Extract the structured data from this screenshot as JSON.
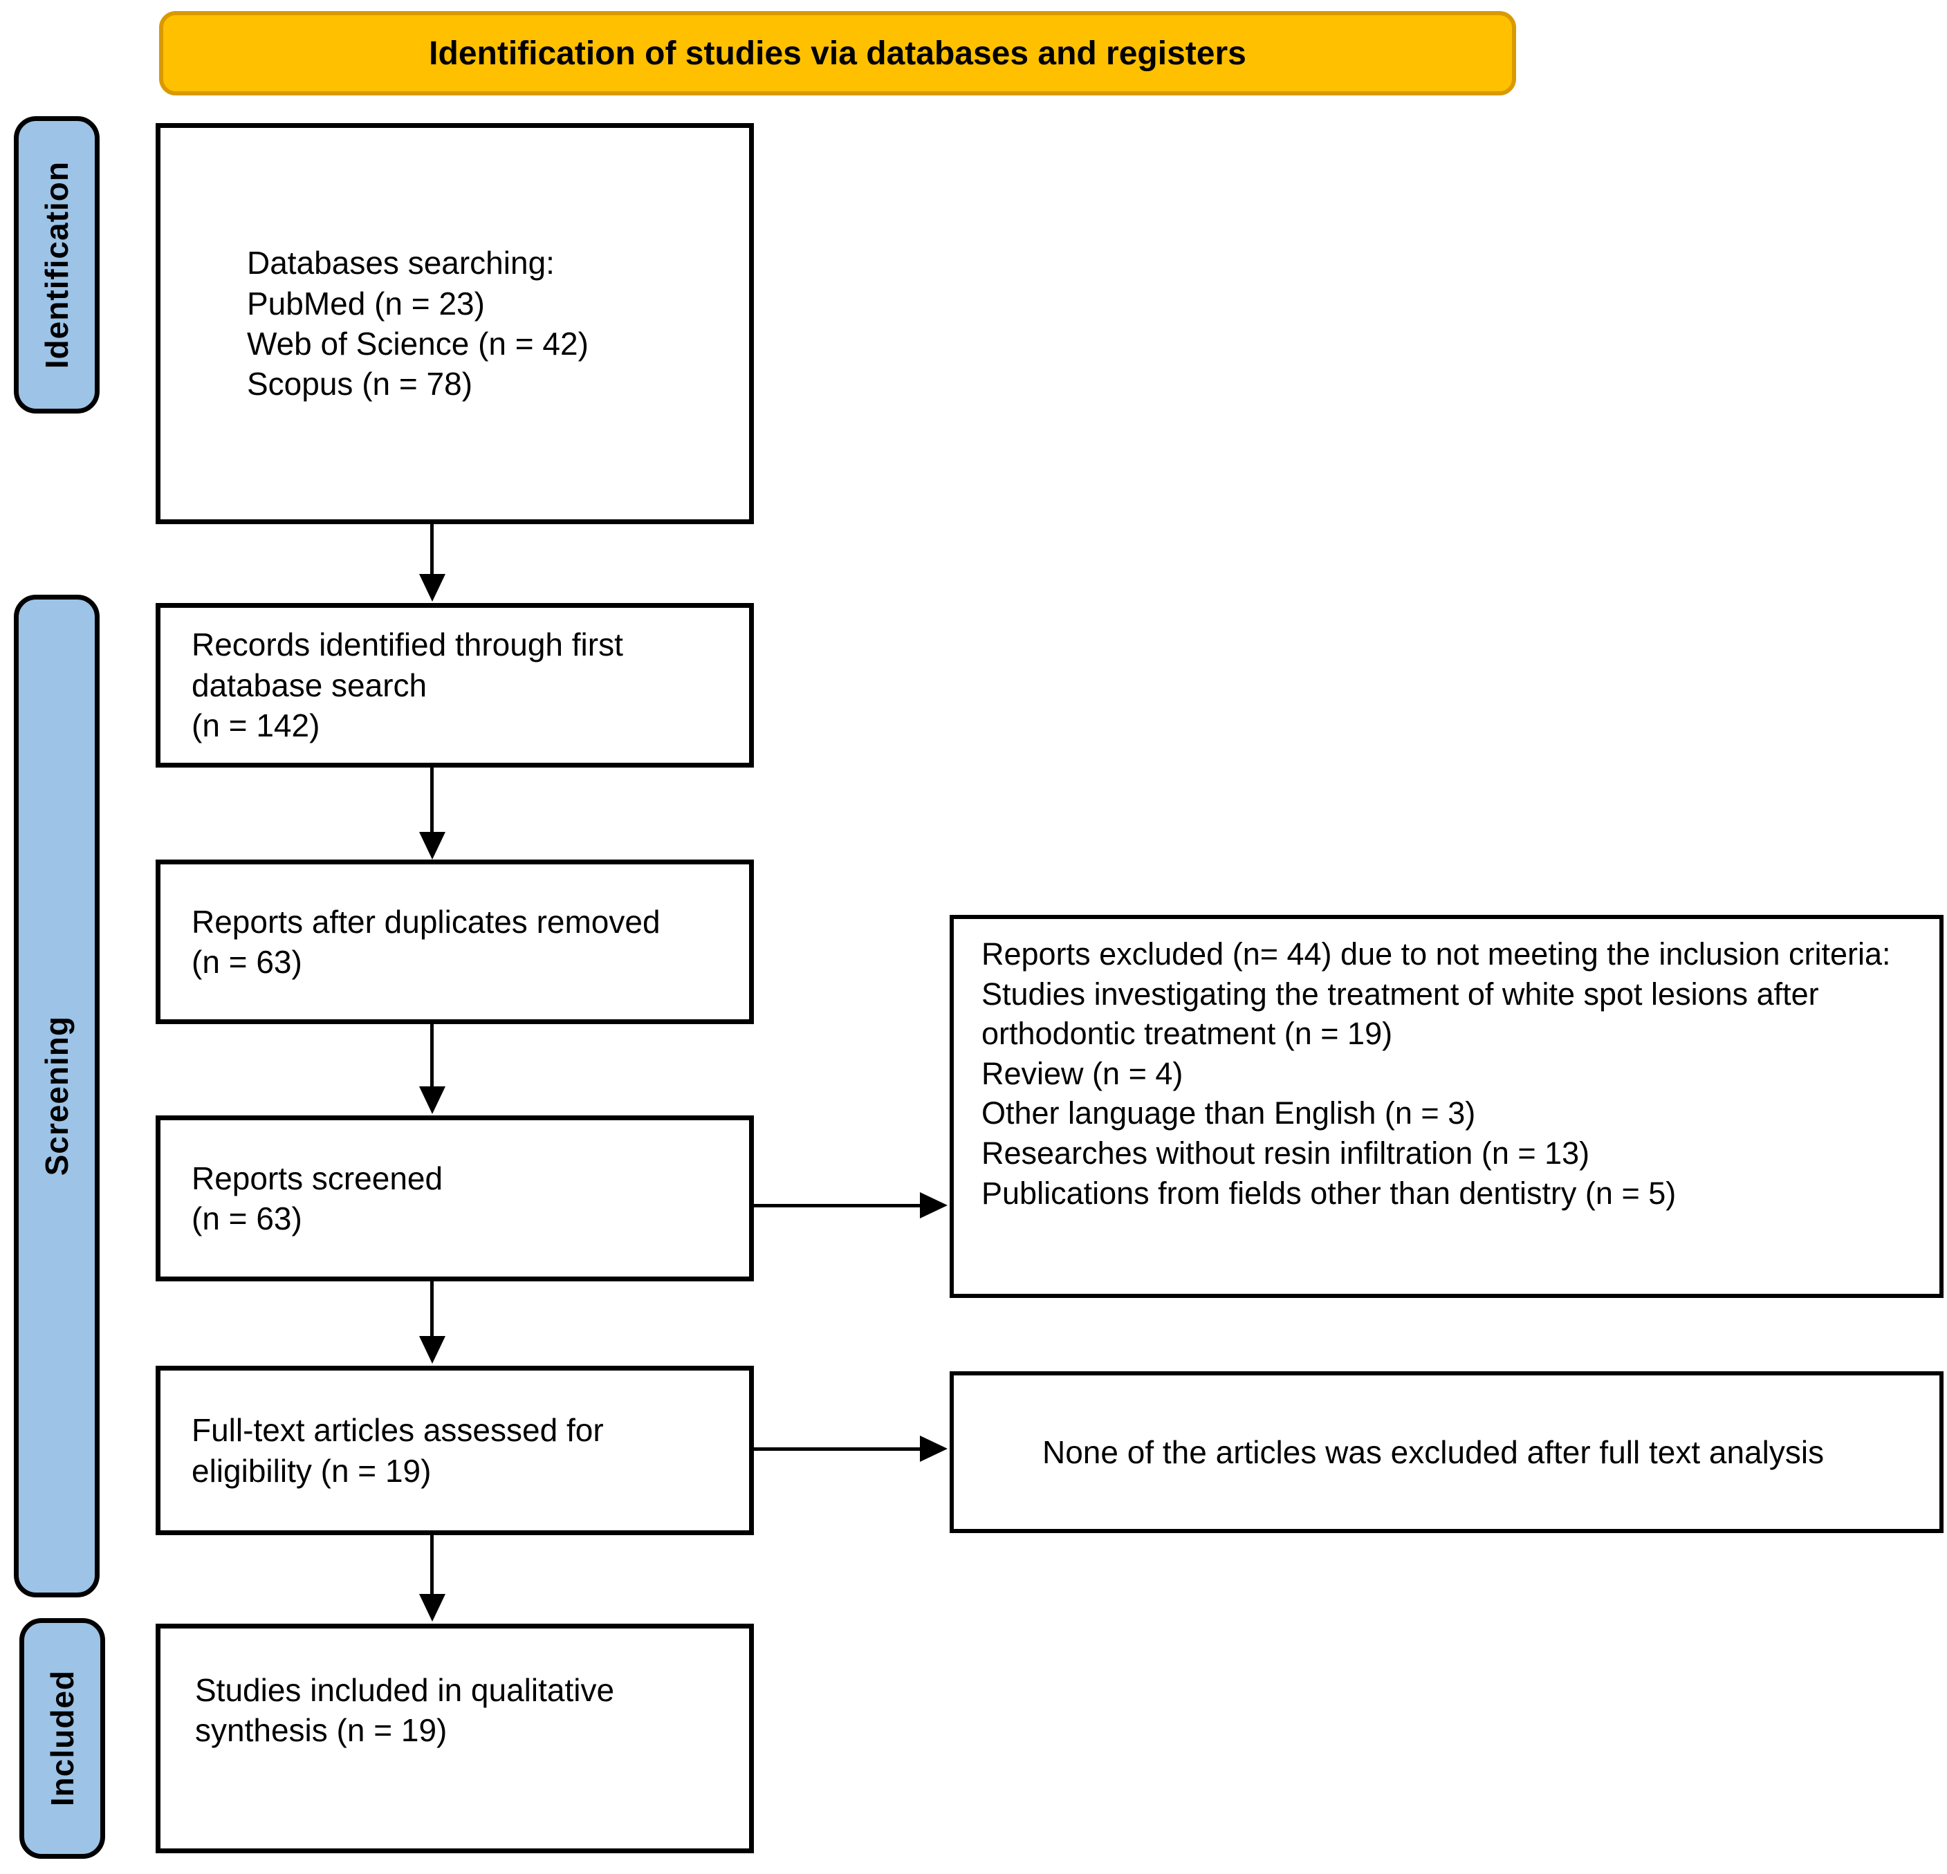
{
  "banner": {
    "title": "Identification of studies via databases and registers"
  },
  "stages": [
    {
      "label": "Identification"
    },
    {
      "label": "Screening"
    },
    {
      "label": "Included"
    }
  ],
  "flow": {
    "databases": {
      "lines": [
        "Databases searching:",
        "PubMed (n = 23)",
        "Web of Science (n = 42)",
        "Scopus (n = 78)"
      ]
    },
    "records_identified": {
      "lines": [
        "Records identified through first",
        "database search",
        "(n = 142)"
      ]
    },
    "duplicates_removed": {
      "lines": [
        "Reports after duplicates removed",
        "(n = 63)"
      ]
    },
    "reports_screened": {
      "lines": [
        "Reports screened",
        "(n = 63)"
      ]
    },
    "fulltext_assessed": {
      "lines": [
        "Full-text articles assessed for",
        "eligibility (n = 19)"
      ]
    },
    "included_qualitative": {
      "lines": [
        "Studies included in qualitative",
        "synthesis (n = 19)"
      ]
    }
  },
  "side_notes": {
    "reports_excluded": {
      "items": [
        "Reports excluded (n= 44) due to not meeting the inclusion criteria:",
        "Studies investigating the treatment of white spot lesions after orthodontic treatment (n = 19)",
        "Review (n = 4)",
        "Other language than English (n = 3)",
        "Researches without resin infiltration (n = 13)",
        "Publications from fields other than dentistry (n = 5)"
      ]
    },
    "fulltext_note": {
      "text": "None of the articles was excluded after full text analysis"
    }
  },
  "colors": {
    "banner_fill": "#FFC000",
    "banner_border": "#D99900",
    "stage_fill": "#9DC3E6",
    "box_border": "#000000",
    "background": "#FFFFFF"
  }
}
